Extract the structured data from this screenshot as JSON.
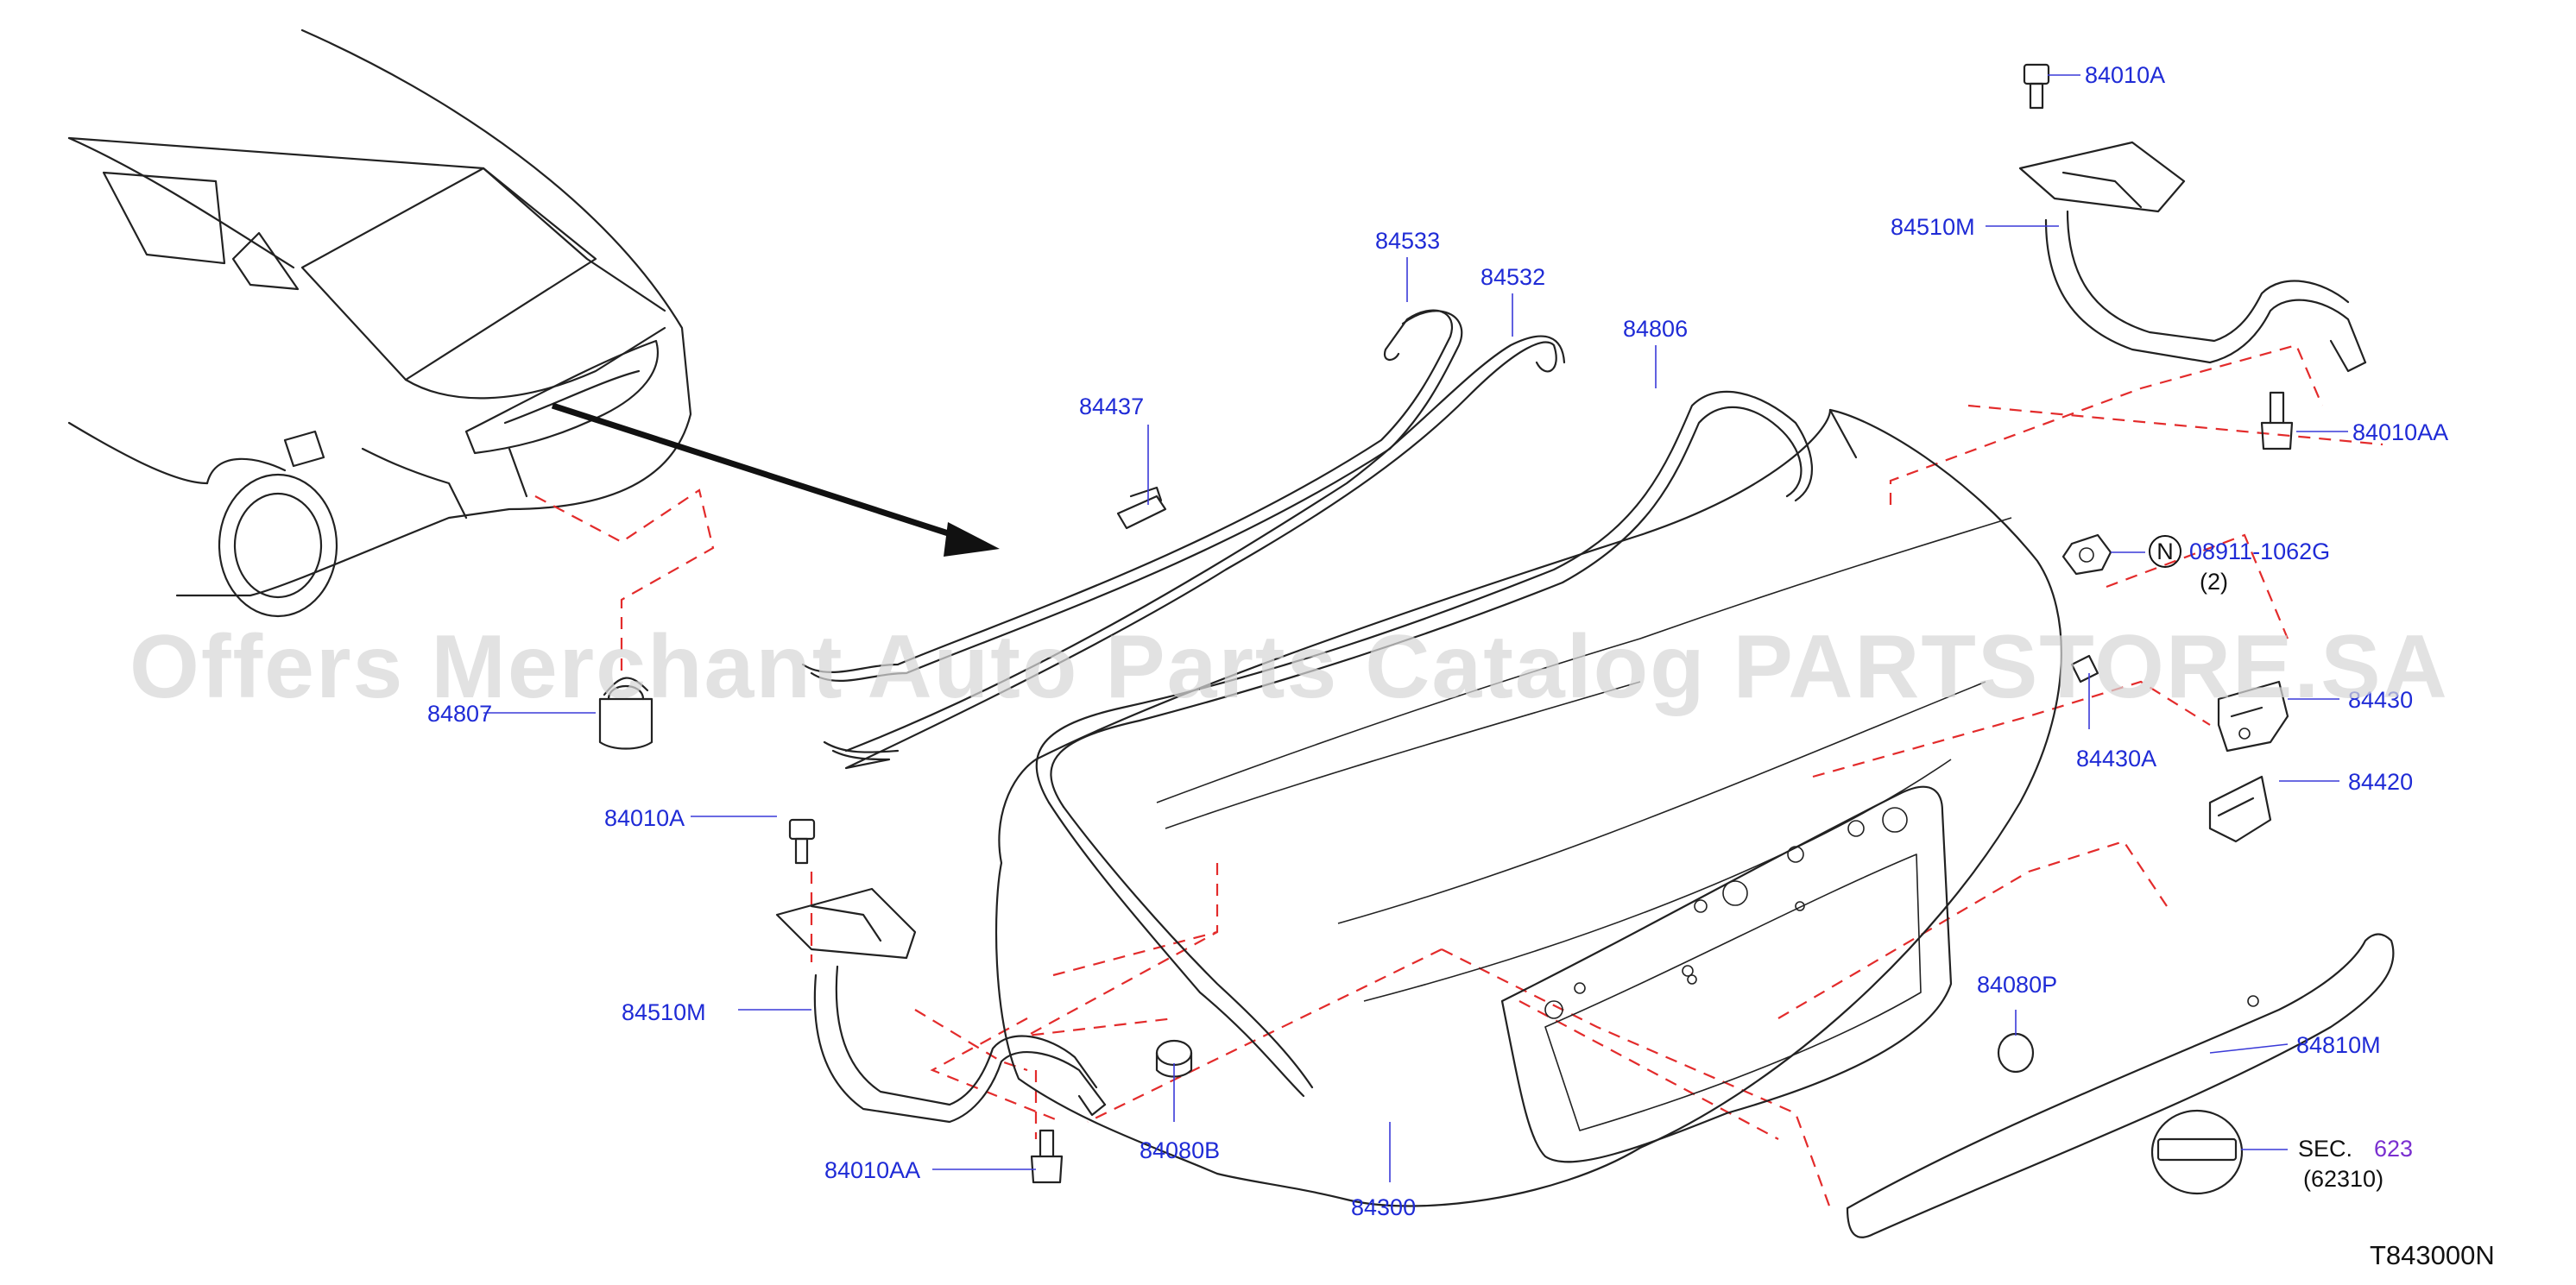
{
  "diagram": {
    "watermark": "Offers Merchant Auto Parts Catalog PARTSTORE.SA",
    "diagram_code": "T843000N",
    "parts": {
      "p84010A_top": "84010A",
      "p84510M_right": "84510M",
      "p84010AA_right": "84010AA",
      "p84533": "84533",
      "p84532": "84532",
      "p84806": "84806",
      "p84437": "84437",
      "p08911": "08911-1062G",
      "p08911_qty": "(2)",
      "n_marker": "N",
      "p84430": "84430",
      "p84430A": "84430A",
      "p84420": "84420",
      "p84807": "84807",
      "p84010A_left": "84010A",
      "p84510M_left": "84510M",
      "p84080P": "84080P",
      "p84810M": "84810M",
      "p84080B": "84080B",
      "p84010AA_left": "84010AA",
      "p84300": "84300",
      "sec_prefix": "SEC.",
      "sec_number": "623",
      "sec_sub": "(62310)"
    },
    "colors": {
      "part_label": "#1f2bd6",
      "section_link": "#7a2fd0",
      "dashed_guides": "#e32b2b",
      "linework": "#222222"
    }
  }
}
